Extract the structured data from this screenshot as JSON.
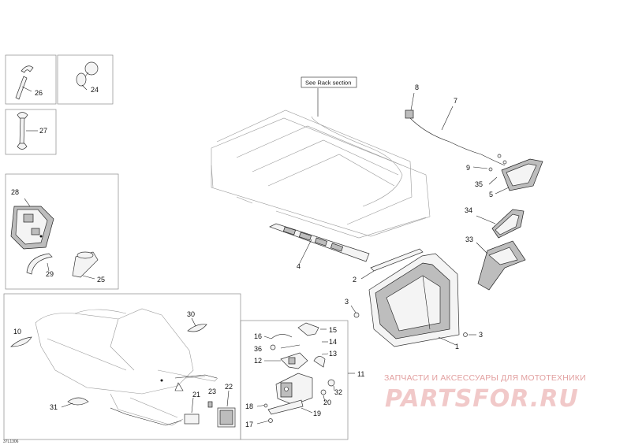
{
  "note_label": "See Rack section",
  "drawing_code": "37L1306",
  "watermark": {
    "tagline": "ЗАПЧАСТИ И АКСЕССУАРЫ ДЛЯ МОТОТЕХНИКИ",
    "logo_text": "PARTSFOR.RU"
  },
  "callouts": {
    "c1": "1",
    "c2": "2",
    "c3a": "3",
    "c3b": "3",
    "c4": "4",
    "c5": "5",
    "c7": "7",
    "c8": "8",
    "c9": "9",
    "c10": "10",
    "c11": "11",
    "c12": "12",
    "c13": "13",
    "c14": "14",
    "c15": "15",
    "c16": "16",
    "c17": "17",
    "c18": "18",
    "c19": "19",
    "c20": "20",
    "c21": "21",
    "c22": "22",
    "c23": "23",
    "c24": "24",
    "c25": "25",
    "c26": "26",
    "c27": "27",
    "c28": "28",
    "c29": "29",
    "c30": "30",
    "c31": "31",
    "c32": "32",
    "c33": "33",
    "c34": "34",
    "c35": "35",
    "c36": "36"
  }
}
